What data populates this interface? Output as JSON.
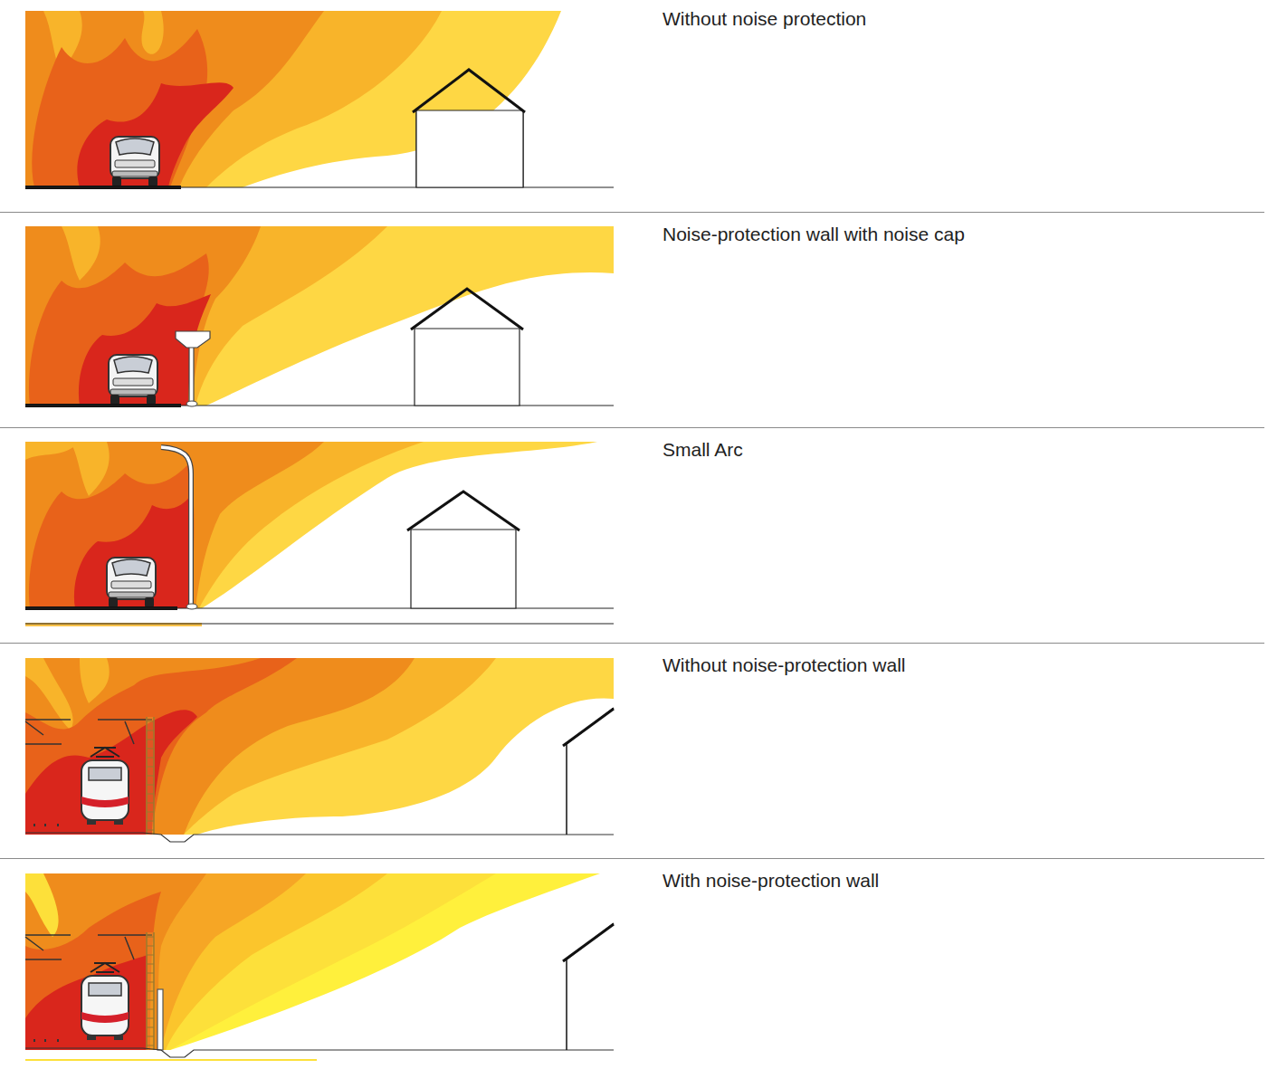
{
  "diagram": {
    "labels": [
      "Without noise protection",
      "Noise-protection wall with noise cap",
      "Small Arc",
      "Without noise-protection wall",
      "With noise-protection wall"
    ]
  }
}
